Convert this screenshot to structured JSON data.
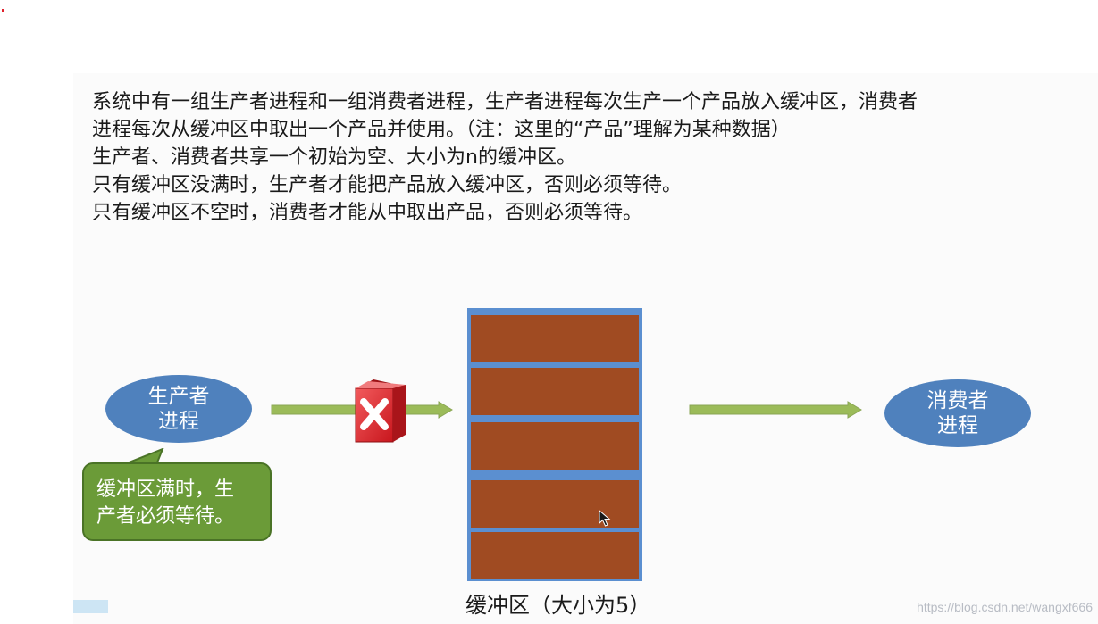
{
  "description": {
    "lines": [
      "系统中有一组生产者进程和一组消费者进程，生产者进程每次生产一个产品放入缓冲区，消费者",
      "进程每次从缓冲区中取出一个产品并使用。（注：这里的“产品”理解为某种数据）",
      "生产者、消费者共享一个初始为空、大小为n的缓冲区。",
      "只有缓冲区没满时，生产者才能把产品放入缓冲区，否则必须等待。",
      "只有缓冲区不空时，消费者才能从中取出产品，否则必须等待。"
    ]
  },
  "producer": {
    "line1": "生产者",
    "line2": "进程"
  },
  "consumer": {
    "line1": "消费者",
    "line2": "进程"
  },
  "callout": {
    "line1": "缓冲区满时，生",
    "line2": "产者必须等待。"
  },
  "buffer": {
    "label": "缓冲区（大小为5）",
    "slot_count": 5,
    "filled_count": 5
  },
  "watermark": "https://blog.csdn.net/wangxf666",
  "icons": {
    "blocked": "red-x-icon",
    "cursor": "mouse-pointer-icon"
  },
  "colors": {
    "ellipse_fill": "#4f81bd",
    "buffer_frame": "#5b8fd0",
    "buffer_slot": "#a04b22",
    "arrow_fill": "#9bbb59",
    "callout_fill": "#6b9b38",
    "block_red": "#d9252a"
  }
}
